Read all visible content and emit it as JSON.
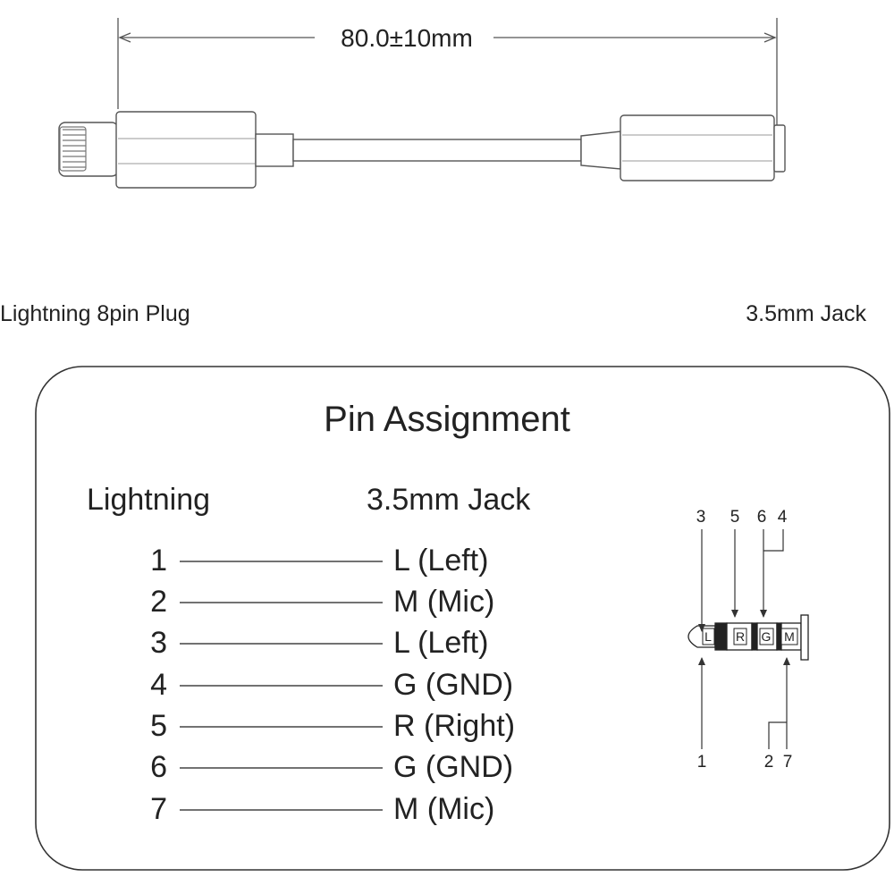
{
  "dimension": {
    "label": "80.0±10mm"
  },
  "labels": {
    "left_connector": "Lightning 8pin Plug",
    "right_connector": "3.5mm Jack"
  },
  "panel": {
    "title": "Pin Assignment",
    "col_left_header": "Lightning",
    "col_right_header": "3.5mm Jack",
    "rows": [
      {
        "pin": "1",
        "signal": "L (Left)"
      },
      {
        "pin": "2",
        "signal": "M (Mic)"
      },
      {
        "pin": "3",
        "signal": "L (Left)"
      },
      {
        "pin": "4",
        "signal": "G (GND)"
      },
      {
        "pin": "5",
        "signal": "R (Right)"
      },
      {
        "pin": "6",
        "signal": "G (GND)"
      },
      {
        "pin": "7",
        "signal": "M (Mic)"
      }
    ]
  },
  "plug_diagram": {
    "top_numbers": [
      "3",
      "5",
      "6",
      "4"
    ],
    "bottom_numbers": [
      "1",
      "2",
      "7"
    ],
    "segments": [
      "L",
      "R",
      "G",
      "M"
    ]
  }
}
